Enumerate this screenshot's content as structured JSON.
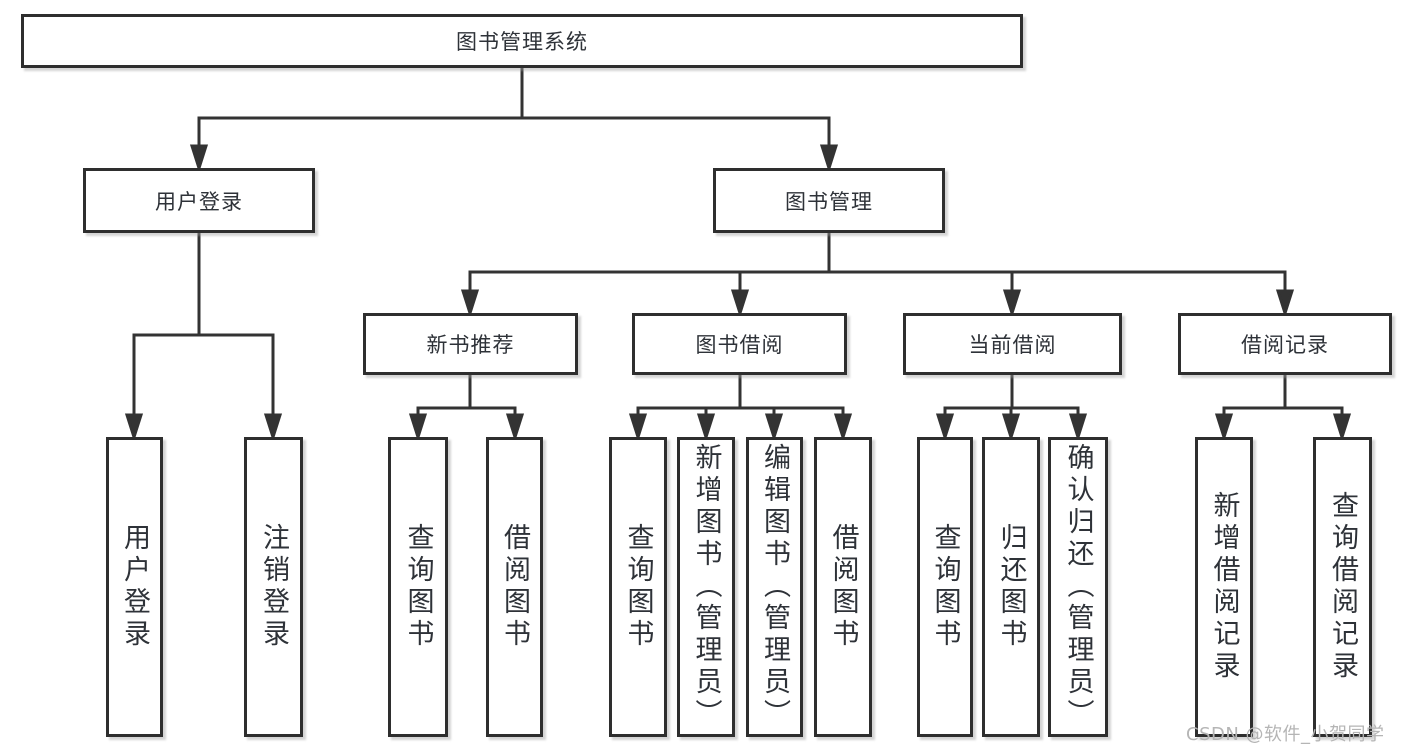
{
  "diagram_title": "图书管理系统",
  "tree": {
    "label": "图书管理系统",
    "children": [
      {
        "label": "用户登录",
        "children": [
          {
            "label": "用户登录"
          },
          {
            "label": "注销登录"
          }
        ]
      },
      {
        "label": "图书管理",
        "children": [
          {
            "label": "新书推荐",
            "children": [
              {
                "label": "查询图书"
              },
              {
                "label": "借阅图书"
              }
            ]
          },
          {
            "label": "图书借阅",
            "children": [
              {
                "label": "查询图书"
              },
              {
                "label": "新增图书（管理员）"
              },
              {
                "label": "编辑图书（管理员）"
              },
              {
                "label": "借阅图书"
              }
            ]
          },
          {
            "label": "当前借阅",
            "children": [
              {
                "label": "查询图书"
              },
              {
                "label": "归还图书"
              },
              {
                "label": "确认归还（管理员）"
              }
            ]
          },
          {
            "label": "借阅记录",
            "children": [
              {
                "label": "新增借阅记录"
              },
              {
                "label": "查询借阅记录"
              }
            ]
          }
        ]
      }
    ]
  },
  "watermark": "CSDN @软件_小贺同学",
  "colors": {
    "line": "#333333",
    "box_border": "#2e2e2e",
    "text": "#2e3238",
    "watermark": "#b5b5b5",
    "background": "#ffffff"
  }
}
